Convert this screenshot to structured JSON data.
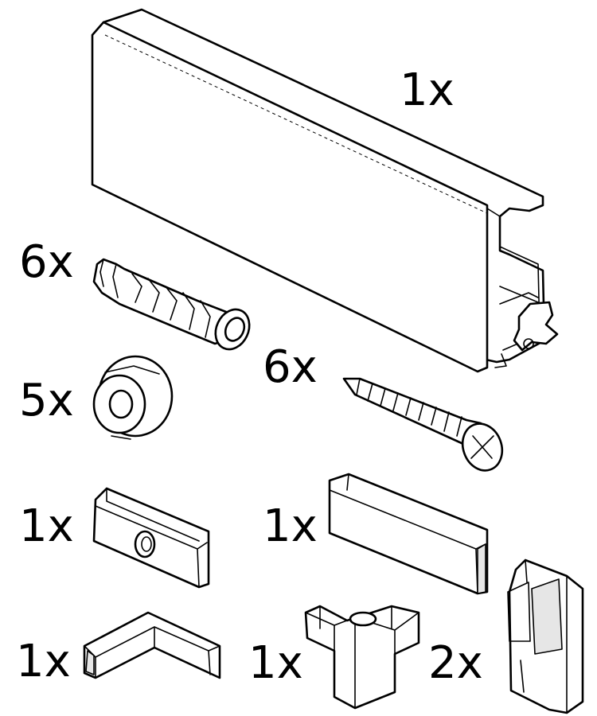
{
  "parts": [
    {
      "id": "rail",
      "icon": "wall-rail-profile-icon",
      "quantity": "1x"
    },
    {
      "id": "wall-plug",
      "icon": "wall-plug-anchor-icon",
      "quantity": "6x"
    },
    {
      "id": "glider",
      "icon": "round-glider-icon",
      "quantity": "5x"
    },
    {
      "id": "screw",
      "icon": "wood-screw-icon",
      "quantity": "6x"
    },
    {
      "id": "clip",
      "icon": "rail-clip-icon",
      "quantity": "1x"
    },
    {
      "id": "connector",
      "icon": "straight-connector-icon",
      "quantity": "1x"
    },
    {
      "id": "corner",
      "icon": "corner-connector-icon",
      "quantity": "1x"
    },
    {
      "id": "t-connector",
      "icon": "t-connector-icon",
      "quantity": "1x"
    },
    {
      "id": "end-cap",
      "icon": "end-cap-icon",
      "quantity": "2x"
    }
  ]
}
